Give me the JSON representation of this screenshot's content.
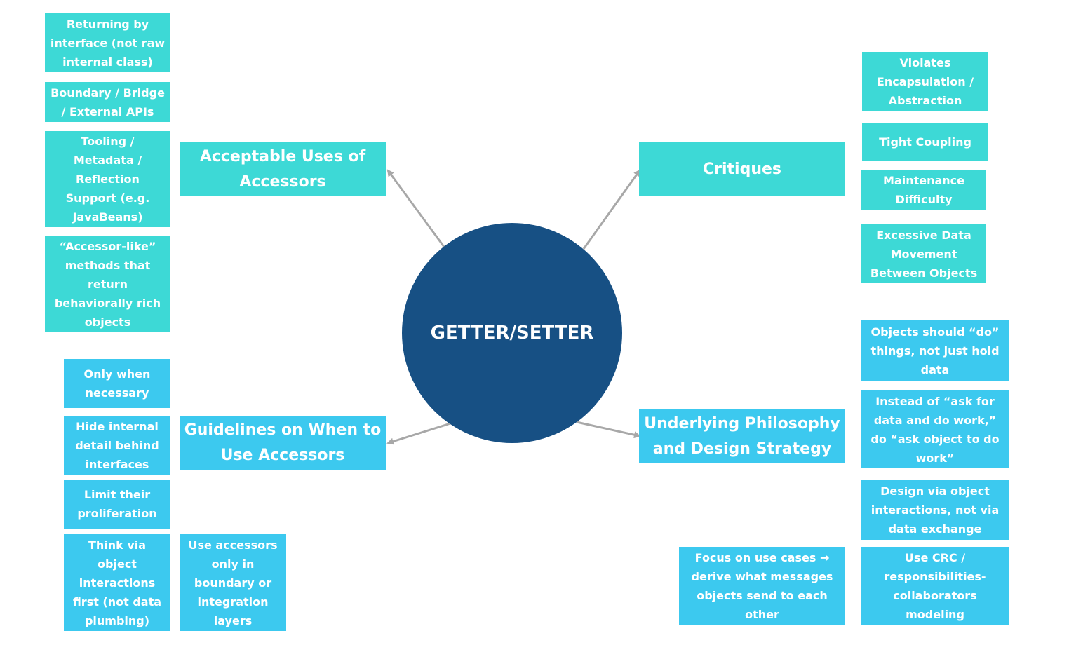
{
  "center": {
    "label": "GETTER/SETTER"
  },
  "branches": {
    "acceptable": {
      "label": "Acceptable Uses of Accessors",
      "items": [
        "Returning by interface (not raw internal class)",
        "Boundary / Bridge / External APIs",
        "Tooling / Metadata / Reflection Support (e.g. JavaBeans)",
        "“Accessor-like” methods that return behaviorally rich objects"
      ]
    },
    "critiques": {
      "label": "Critiques",
      "items": [
        "Violates Encapsulation / Abstraction",
        "Tight Coupling",
        "Maintenance Difficulty",
        "Excessive Data Movement Between Objects"
      ]
    },
    "guidelines": {
      "label": "Guidelines on When to Use Accessors",
      "items": [
        "Only when necessary",
        "Hide internal detail behind interfaces",
        "Limit their proliferation",
        "Think via object interactions first (not data plumbing)",
        "Use accessors only in boundary or integration layers"
      ]
    },
    "philosophy": {
      "label": "Underlying Philosophy and Design Strategy",
      "items": [
        "Objects should “do” things, not just hold data",
        "Instead of “ask for data and do work,” do “ask object to do work”",
        "Design via object interactions, not via data exchange",
        "Focus on use cases → derive what messages objects send to each other",
        "Use CRC / responsibilities-collaborators modeling"
      ]
    }
  },
  "colors": {
    "center": "#175084",
    "teal": "#3dd9d6",
    "sky": "#3cc9ef",
    "connector": "#a8a8a8"
  }
}
